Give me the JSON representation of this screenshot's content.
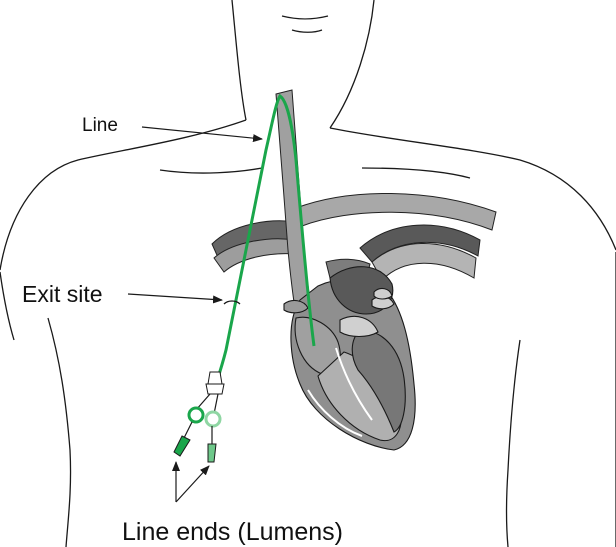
{
  "labels": {
    "line": "Line",
    "exit_site": "Exit site",
    "line_ends": "Line ends (Lumens)"
  },
  "colors": {
    "catheter": "#1aa64b",
    "vessel": "#9d9d9d",
    "vessel_dark": "#595959",
    "heart": "#8f8f8f",
    "outline": "#1a1a1a"
  }
}
